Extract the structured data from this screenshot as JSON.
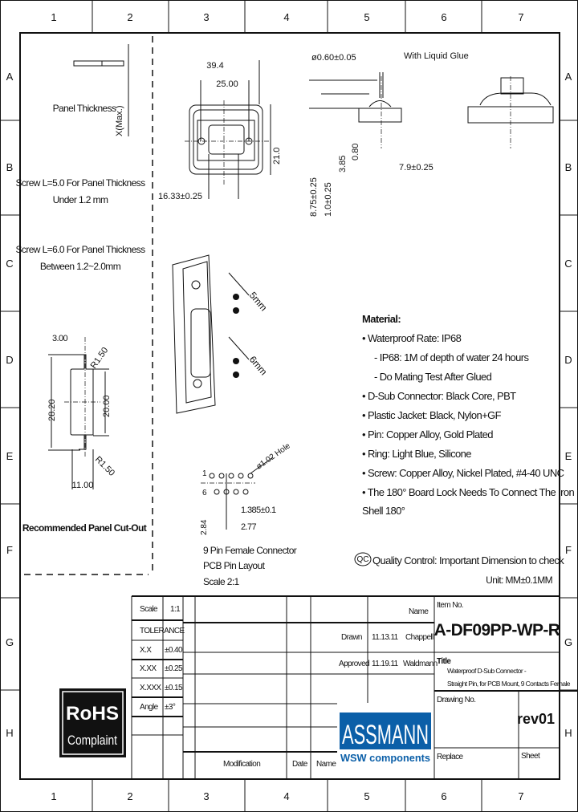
{
  "grid": {
    "columns": [
      "1",
      "2",
      "3",
      "4",
      "5",
      "6",
      "7"
    ],
    "rows": [
      "A",
      "B",
      "C",
      "D",
      "E",
      "F",
      "G",
      "H"
    ]
  },
  "panel": {
    "thickness_label": "Panel Thickness",
    "x_max": "X(Max.)",
    "screw_l5": [
      "Screw L=5.0 For Panel Thickness",
      "Under 1.2 mm"
    ],
    "screw_l6": [
      "Screw L=6.0 For Panel Thickness",
      "Between 1.2~2.0mm"
    ]
  },
  "front_view": {
    "dim_39": "39.4",
    "dim_25": "25.00",
    "dim_21": "21.0",
    "dim_16": "16.33±0.25"
  },
  "side_view": {
    "dim_pin": "ø0.60±0.05",
    "glue": "With Liquid Glue",
    "dim_8": "8.75±0.25",
    "dim_1": "1.0±0.25",
    "dim_385": "3.85",
    "dim_080": "0.80",
    "dim_79": "7.9±0.25"
  },
  "screws": {
    "s5": "5mm",
    "s6": "6mm"
  },
  "cutout": {
    "dim_3": "3.00",
    "r1": "R1.50",
    "r2": "R1.50",
    "dim_28": "28.20",
    "dim_20": "20.00",
    "dim_11": "11.00",
    "title": "Recommended Panel Cut-Out"
  },
  "pcb": {
    "hole": "ø1.02 Hole",
    "dim_1385": "1.385±0.1",
    "dim_277": "2.77",
    "dim_284": "2.84",
    "pin1": "1",
    "pin6": "6",
    "lines": [
      "9 Pin Female Connector",
      "PCB Pin Layout",
      "Scale 2:1"
    ]
  },
  "material": {
    "heading": "Material:",
    "items": [
      "• Waterproof Rate: IP68",
      "- IP68: 1M of depth of water 24 hours",
      "- Do Mating Test After Glued",
      "• D-Sub Connector: Black Core, PBT",
      "• Plastic Jacket: Black, Nylon+GF",
      "• Pin: Copper Alloy, Gold Plated",
      "• Ring: Light Blue, Silicone",
      "• Screw: Copper Alloy, Nickel Plated, #4-40 UNC",
      "• The 180° Board Lock Needs To Connect The Iron",
      "Shell 180°"
    ]
  },
  "qc": {
    "symbol": "QC",
    "text": "Quality Control: Important Dimension to check",
    "unit": "Unit: MM±0.1MM"
  },
  "title_block": {
    "scale_label": "Scale",
    "scale_value": "1:1",
    "tolerance": "TOLERANCE",
    "tol_rows": [
      [
        "X.X",
        "±0.40"
      ],
      [
        "X.XX",
        "±0.25"
      ],
      [
        "X.XXX",
        "±0.15"
      ],
      [
        "Angle",
        "±3°"
      ]
    ],
    "name_header": "Name",
    "drawn": {
      "label": "Drawn",
      "date": "11.13.11",
      "name": "Chappell"
    },
    "approved": {
      "label": "Approved",
      "date": "11.19.11",
      "name": "Waldmann"
    },
    "mod_headers": {
      "modification": "Modification",
      "date": "Date",
      "name": "Name"
    },
    "item_no_label": "Item No.",
    "item_no": "A-DF09PP-WP-R",
    "title_label": "Title",
    "title_lines": [
      "Waterproof D-Sub Connector -",
      "Straight Pin, for PCB Mount, 9 Contacts Female"
    ],
    "drawing_no_label": "Drawing No.",
    "rev": "rev01",
    "replace_label": "Replace",
    "sheet_label": "Sheet",
    "logo": {
      "main": "ASSMANN",
      "sub": "WSW components",
      "color": "#0b5fa8"
    }
  },
  "rohs": {
    "line1": "RoHS",
    "line2": "Complaint"
  }
}
